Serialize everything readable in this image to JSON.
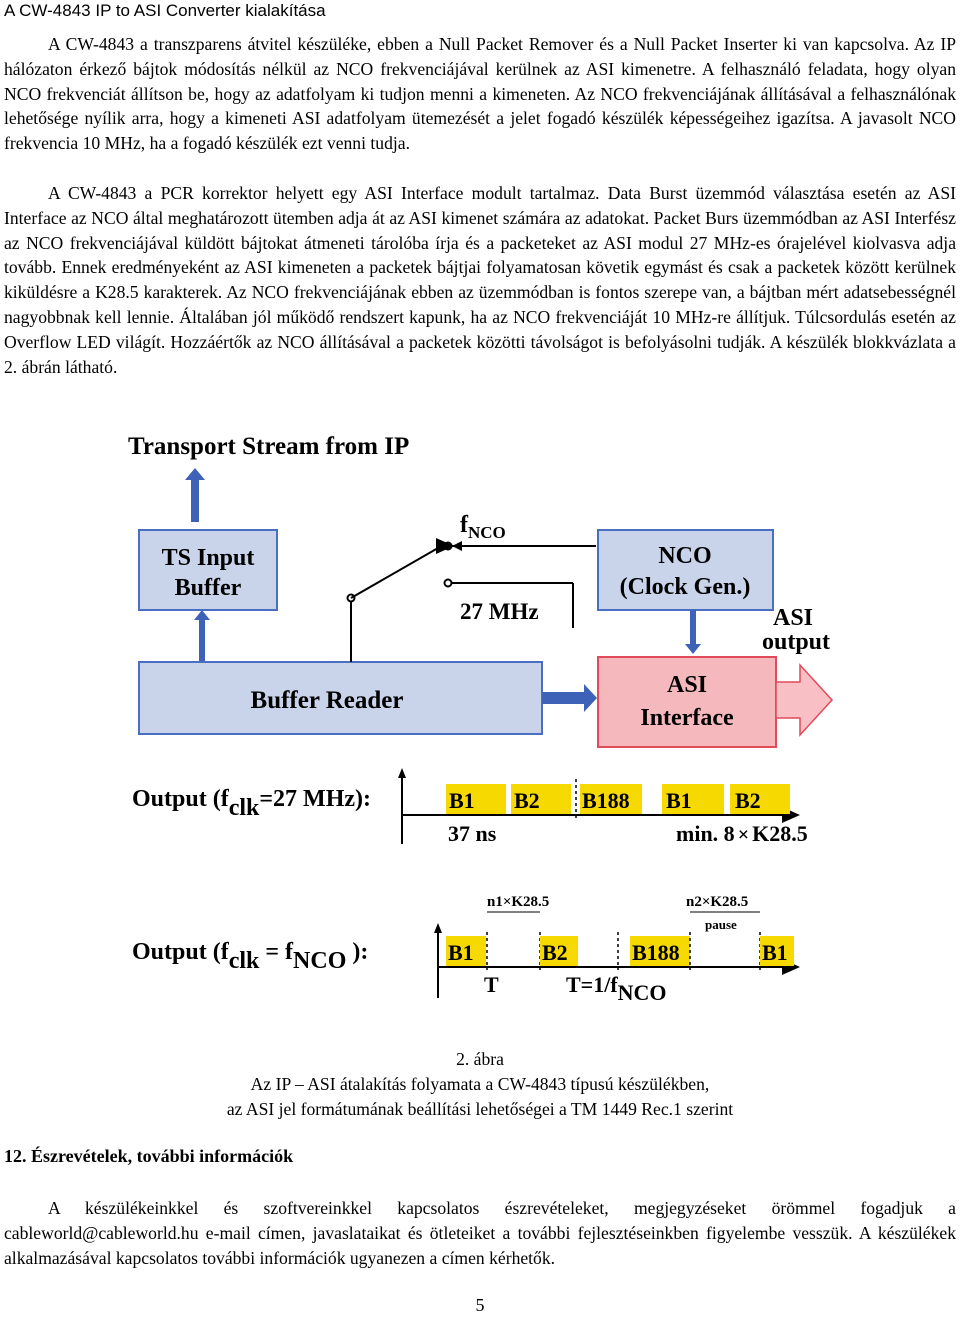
{
  "heading": "A CW-4843 IP to ASI Converter kialakítása",
  "paragraphs": [
    "A CW-4843 a transzparens átvitel készüléke, ebben a Null Packet Remover és a Null Packet Inserter ki van kapcsolva. Az IP hálózaton érkező bájtok módosítás nélkül az NCO frekvenciájával kerülnek az ASI kimenetre. A felhasználó feladata, hogy olyan NCO frekvenciát állítson be, hogy az adatfolyam ki tudjon menni a kimeneten. Az NCO frekvenciájának állításával a felhasználónak lehetősége nyílik arra, hogy a kimeneti ASI adatfolyam ütemezését a jelet fogadó készülék képességeihez igazítsa. A javasolt NCO frekvencia 10 MHz, ha a fogadó készülék ezt venni tudja.",
    "A CW-4843 a PCR korrektor helyett egy ASI Interface modult tartalmaz. Data Burst üzemmód választása esetén az ASI Interface az NCO által meghatározott ütemben adja át az ASI kimenet számára az adatokat. Packet Burs üzemmódban az ASI Interfész az NCO frekvenciájával küldött bájtokat átmeneti tárolóba írja és a packeteket az ASI modul 27 MHz-es órajelével kiolvasva adja tovább. Ennek eredményeként az ASI kimeneten a packetek bájtjai folyamatosan követik egymást és csak a packetek között kerülnek kiküldésre a K28.5 karakterek. Az NCO frekvenciájának ebben az üzemmódban is fontos szerepe van, a bájtban mért adatsebességnél nagyobbnak kell lennie. Általában jól működő rendszert kapunk, ha az NCO frekvenciáját 10 MHz-re állítjuk. Túlcsordulás esetén az Overflow LED világít. Hozzáértők az NCO állításával a packetek közötti távolságot is befolyásolni tudják. A készülék blokkvázlata a 2. ábrán látható."
  ],
  "diagram": {
    "title": "Transport Stream from IP",
    "ts_input_line1": "TS Input",
    "ts_input_line2": "Buffer",
    "fnco_f": "f",
    "fnco_sub": "NCO",
    "mhz27": "27 MHz",
    "nco_line1": "NCO",
    "nco_line2": "(Clock Gen.)",
    "asi_out_line1": "ASI",
    "asi_out_line2": "output",
    "buffer_reader": "Buffer Reader",
    "asi_if_line1": "ASI",
    "asi_if_line2": "Interface",
    "out1_pre": "Output (f",
    "out1_sub": "clk",
    "out1_post": "=27 MHz):",
    "out1_cells": [
      "B1",
      "B2",
      "B188",
      "B1",
      "B2"
    ],
    "out1_37ns": "37 ns",
    "out1_min": "min. 8",
    "out1_times": "×",
    "out1_k": "K28.5",
    "n1": "n1×K28.5",
    "n2": "n2×K28.5",
    "pause": "pause",
    "out2_pre": "Output (f",
    "out2_sub": "clk",
    "out2_eq": " = f",
    "out2_sub2": "NCO",
    "out2_post": " ):",
    "out2_cells": [
      "B1",
      "B2",
      "B188",
      "B1"
    ],
    "out2_T": "T",
    "out2_T2": "T=1/f",
    "out2_T2_sub": "NCO",
    "colors": {
      "box_fill": "#c9d3ea",
      "box_stroke": "#4a6fc0",
      "asi_fill": "#f5b8bc",
      "asi_stroke": "#e04a5a",
      "arrow_fill": "#f8c0c4",
      "cell_fill": "#f5d900"
    }
  },
  "caption_lines": [
    "2. ábra",
    "Az IP – ASI átalakítás folyamata a CW-4843 típusú készülékben,",
    "az ASI jel formátumának beállítási lehetőségei a TM 1449 Rec.1 szerint"
  ],
  "section_title": "12.  Észrevételek, további információk",
  "closing_paragraph": "A készülékeinkkel és szoftvereinkkel kapcsolatos észrevételeket, megjegyzéseket örömmel fogadjuk a cableworld@cableworld.hu e-mail címen, javaslataikat és ötleteiket a további fejlesztéseinkben figyelembe vesszük. A készülékek alkalmazásával kapcsolatos további információk ugyanezen a címen kérhetők.",
  "page_number": "5"
}
